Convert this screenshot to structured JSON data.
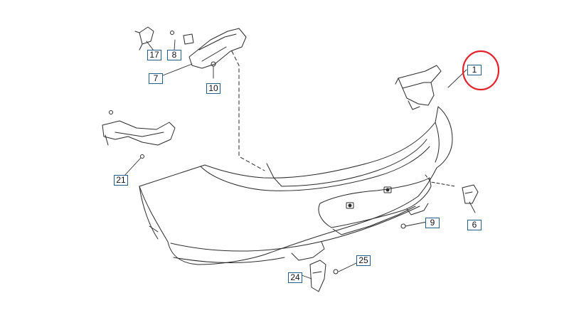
{
  "diagram": {
    "callouts": {
      "c1": "1",
      "c6": "6",
      "c7": "7",
      "c8": "8",
      "c9": "9",
      "c10": "10",
      "c17": "17",
      "c21": "21",
      "c24": "24",
      "c25": "25"
    },
    "highlight_color": "#e3232b",
    "callout_border_color": "#1f5f8a"
  }
}
